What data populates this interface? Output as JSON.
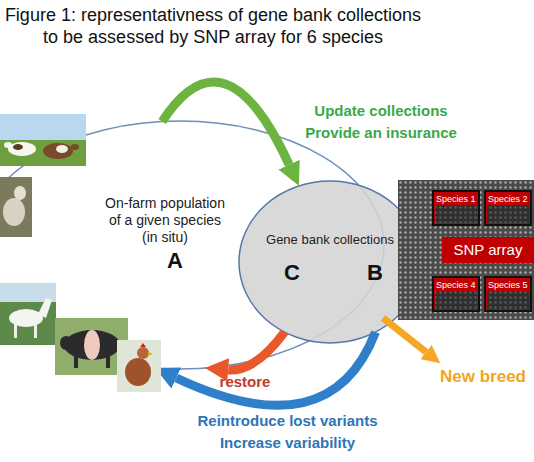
{
  "diagram": {
    "title": "Figure 1: representativness of gene bank collections to be assessed by SNP array for 6 species",
    "nodes": [
      {
        "text": [
          "On-farm population of a given species (in situ)",
          "A"
        ]
      },
      {
        "text": [
          "Gene bank collections",
          "C",
          "B"
        ]
      },
      {
        "text": [
          "SNP array"
        ]
      },
      {
        "text": [
          "Species 1"
        ],
        "in": 2
      },
      {
        "text": [
          "Species 2"
        ],
        "in": 2
      },
      {
        "text": [
          "Species 4"
        ],
        "in": 2
      },
      {
        "text": [
          "Species 5"
        ],
        "in": 2
      }
    ],
    "edges": [
      {
        "from": 0,
        "to": 1,
        "arrow": "to",
        "label": "Update collections Provide an insurance"
      },
      {
        "from": 1,
        "to": 0,
        "arrow": "to",
        "label": "restore"
      },
      {
        "from": 1,
        "to": 0,
        "arrow": "to",
        "label": "Reintroduce lost variants Increase variability"
      }
    ],
    "labels": [
      "New breed"
    ]
  }
}
